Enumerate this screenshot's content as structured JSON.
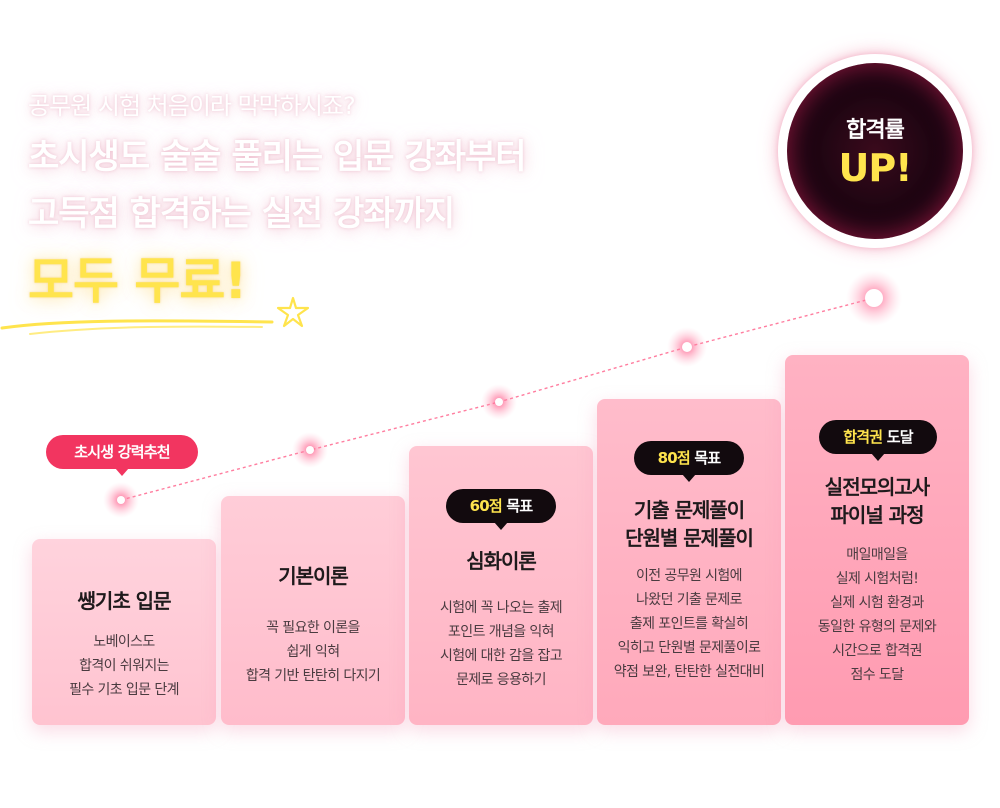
{
  "headline": {
    "line1": "공무원 시험 처음이라 막막하시죠?",
    "line2": "초시생도 술술 풀리는 입문 강좌부터",
    "line3": "고득점 합격하는 실전 강좌까지",
    "free": "모두 무료!"
  },
  "badge": {
    "top": "합격률",
    "highlight": "UP!"
  },
  "steps": [
    {
      "tag_text": "초시생 강력추천",
      "title": "쌩기초 입문",
      "desc": [
        "노베이스도",
        "합격이 쉬워지는",
        "필수 기초 입문 단계"
      ]
    },
    {
      "title": "기본이론",
      "desc": [
        "꼭 필요한 이론을",
        "쉽게 익혀",
        "합격 기반 탄탄히 다지기"
      ]
    },
    {
      "tag_num": "60점",
      "tag_text": "목표",
      "title": "심화이론",
      "desc": [
        "시험에 꼭 나오는 출제",
        "포인트 개념을 익혀",
        "시험에 대한 감을 잡고",
        "문제로 응용하기"
      ]
    },
    {
      "tag_num": "80점",
      "tag_text": "목표",
      "title": [
        "기출 문제풀이",
        "단원별 문제풀이"
      ],
      "desc": [
        "이전 공무원 시험에",
        "나왔던 기출 문제로",
        "출제 포인트를 확실히",
        "익히고 단원별 문제풀이로",
        "약점 보완, 탄탄한 실전대비"
      ]
    },
    {
      "tag_num": "합격권",
      "tag_text": "도달",
      "title": [
        "실전모의고사",
        "파이널 과정"
      ],
      "desc": [
        "매일매일을",
        "실제 시험처럼!",
        "실제 시험 환경과",
        "동일한 유형의 문제와",
        "시간으로 합격권",
        "점수 도달"
      ]
    }
  ],
  "colors": {
    "accent_red": "#f23560",
    "tag_dark": "#120a0e",
    "highlight_yellow": "#ffe44d",
    "card_pink": "#ffb2c3"
  }
}
